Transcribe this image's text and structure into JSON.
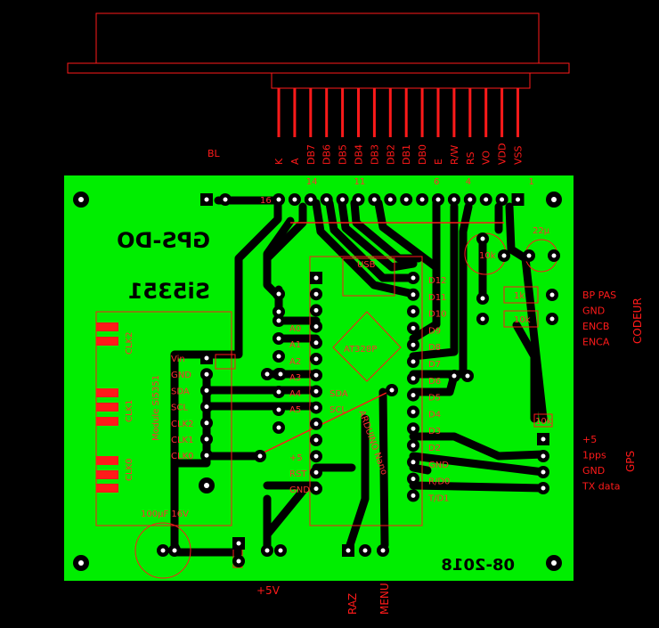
{
  "lcd": {
    "backlight_label": "BL",
    "pins": [
      "K",
      "A",
      "DB7",
      "DB6",
      "DB5",
      "DB4",
      "DB3",
      "DB2",
      "DB1",
      "DB0",
      "E",
      "R/W",
      "RS",
      "VO",
      "VDD",
      "VSS"
    ],
    "pin_numbers": [
      "16",
      "14",
      "11",
      "6",
      "4",
      "1"
    ]
  },
  "board": {
    "title_mirrored": "GPS-DO",
    "chip_mirrored": "Si5351",
    "date_mirrored": "08-2018"
  },
  "module": {
    "title": "Module Si5351",
    "pins": [
      "Vin",
      "GND",
      "SDA",
      "SCL",
      "CLK2",
      "CLK1",
      "CLK0"
    ],
    "sma_labels": [
      "CLK2",
      "CLK1",
      "CLK0"
    ]
  },
  "arduino": {
    "name": "ARDUINO Nano",
    "mcu": "AT328P",
    "usb": "USB",
    "left_pins": [
      "A0",
      "A1",
      "A2",
      "A3",
      "A4",
      "A5",
      "+5",
      "RST",
      "GND"
    ],
    "left_bus": [
      "SDA",
      "SCL"
    ],
    "right_pins": [
      "D12",
      "D11",
      "D10",
      "D9",
      "D8",
      "D7",
      "D6",
      "D5",
      "D4",
      "D3",
      "D2",
      "GND",
      "R/D0",
      "T/D1"
    ]
  },
  "components": {
    "cap_big": "100µF 16V",
    "cap_small": "22µ",
    "pot": "10k",
    "resistor1": "1k",
    "resistor2": "10k",
    "resistor3": "10k"
  },
  "connectors": {
    "encoder": {
      "pins": [
        "BP PAS",
        "GND",
        "ENCB",
        "ENCA"
      ],
      "title": "CODEUR"
    },
    "gps": {
      "pins": [
        "+5",
        "1pps",
        "GND",
        "TX data"
      ],
      "title": "GPS"
    },
    "power": "+5V",
    "reset": "RAZ",
    "menu": "MENU"
  }
}
